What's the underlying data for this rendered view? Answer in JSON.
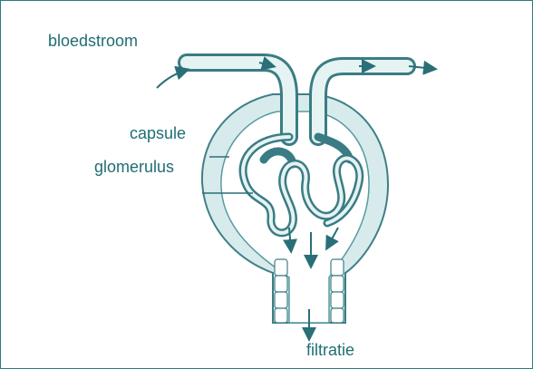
{
  "labels": {
    "bloodstream": "bloedstroom",
    "capsule": "capsule",
    "glomerulus": "glomerulus",
    "filtration": "filtratie"
  },
  "colors": {
    "frame": "#2f7a80",
    "label": "#1f6e74",
    "tissue_fill": "#d7ebec",
    "tissue_stroke": "#3f7f86",
    "vessel_dark": "#3a7c84",
    "vessel_light": "#e6f3f3",
    "arrow": "#2a6f77"
  }
}
